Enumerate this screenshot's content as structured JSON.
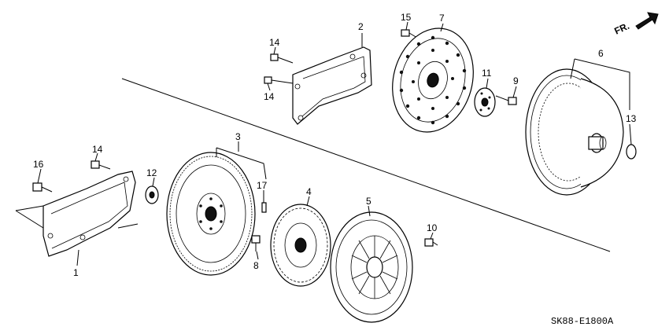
{
  "direction_label": "FR.",
  "diagram_code": "SK88-E1800A",
  "callouts": {
    "c1": "1",
    "c2": "2",
    "c3": "3",
    "c4": "4",
    "c5": "5",
    "c6": "6",
    "c7": "7",
    "c8": "8",
    "c9": "9",
    "c10": "10",
    "c11": "11",
    "c12": "12",
    "c13": "13",
    "c14a": "14",
    "c14b": "14",
    "c14c": "14",
    "c15": "15",
    "c16": "16",
    "c17": "17"
  }
}
